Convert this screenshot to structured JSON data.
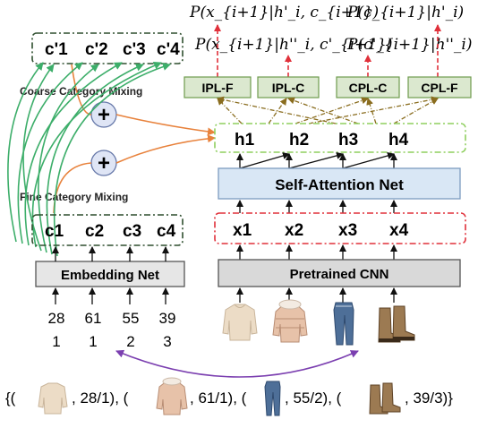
{
  "probabilities": [
    "P(x_{i+1}|h'_i, c_{i+1})",
    "P(c_{i+1}|h'_i)",
    "P(x_{i+1}|h''_i, c'_{i+1})",
    "P(c'_{i+1}|h''_i)"
  ],
  "heads": [
    "IPL-F",
    "IPL-C",
    "CPL-C",
    "CPL-F"
  ],
  "coarse_tokens": [
    "c'1",
    "c'2",
    "c'3",
    "c'4"
  ],
  "fine_tokens": [
    "c1",
    "c2",
    "c3",
    "c4"
  ],
  "hidden_tokens": [
    "h1",
    "h2",
    "h3",
    "h4"
  ],
  "input_tokens": [
    "x1",
    "x2",
    "x3",
    "x4"
  ],
  "labels": {
    "coarse_mixing": "Coarse Category Mixing",
    "fine_mixing": "Fine Category Mixing",
    "self_attention": "Self-Attention Net",
    "embedding_net": "Embedding Net",
    "pretrained_cnn": "Pretrained CNN",
    "plus": "+"
  },
  "fine_ids": [
    "28",
    "61",
    "55",
    "39"
  ],
  "coarse_ids": [
    "1",
    "1",
    "2",
    "3"
  ],
  "sequence": {
    "open": "{(",
    "items": [
      ", 28/1), (",
      ", 61/1), (",
      ", 55/2), (",
      ", 39/3)}"
    ]
  },
  "items": [
    "sweatshirt",
    "puffer-jacket",
    "jeans",
    "boots"
  ],
  "colors": {
    "green_box": "#dbe8cf",
    "green_border": "#6f9b4e",
    "blue_box": "#d9e7f5",
    "gray_box": "#d9d9d9",
    "red_dash": "#e0303a",
    "orange": "#e8823c",
    "green_arrow": "#3dae6a",
    "purple": "#7b3fb0",
    "olive": "#8a6d1f"
  }
}
